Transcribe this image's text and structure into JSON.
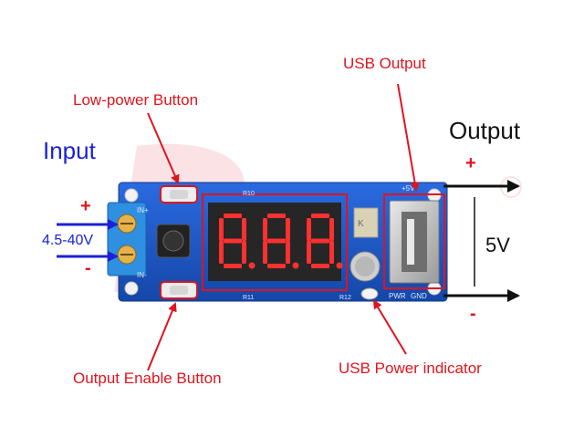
{
  "labels": {
    "usb_output": "USB Output",
    "low_power_button": "Low-power Button",
    "input": "Input",
    "output": "Output",
    "voltage_in": "4.5-40V",
    "voltage_out": "5V",
    "output_enable_button": "Output Enable Button",
    "usb_power_indicator": "USB Power indicator",
    "in_plus": "+",
    "in_minus": "-",
    "out_plus": "+",
    "out_minus": "-"
  },
  "silkscreen": {
    "in_plus": "IN+",
    "in_minus": "IN-",
    "r10": "R10",
    "r11": "R11",
    "r12": "R12",
    "pwr": "PWR",
    "gnd": "GND",
    "plus5v": "+5V",
    "k": "K"
  },
  "display": {
    "digits": "8.8.8."
  },
  "colors": {
    "annotation": "#e0141e",
    "input_text": "#1a22d6",
    "arrow_blue": "#1a22d6",
    "pcb": "#1d58c8",
    "led_off": "#6a0d0d",
    "led_on": "#ff3030"
  },
  "icons": {
    "display": "seven-segment-display-icon",
    "usb": "usb-port-icon",
    "terminal": "screw-terminal-icon",
    "capacitor": "capacitor-icon",
    "inductor": "inductor-icon"
  }
}
